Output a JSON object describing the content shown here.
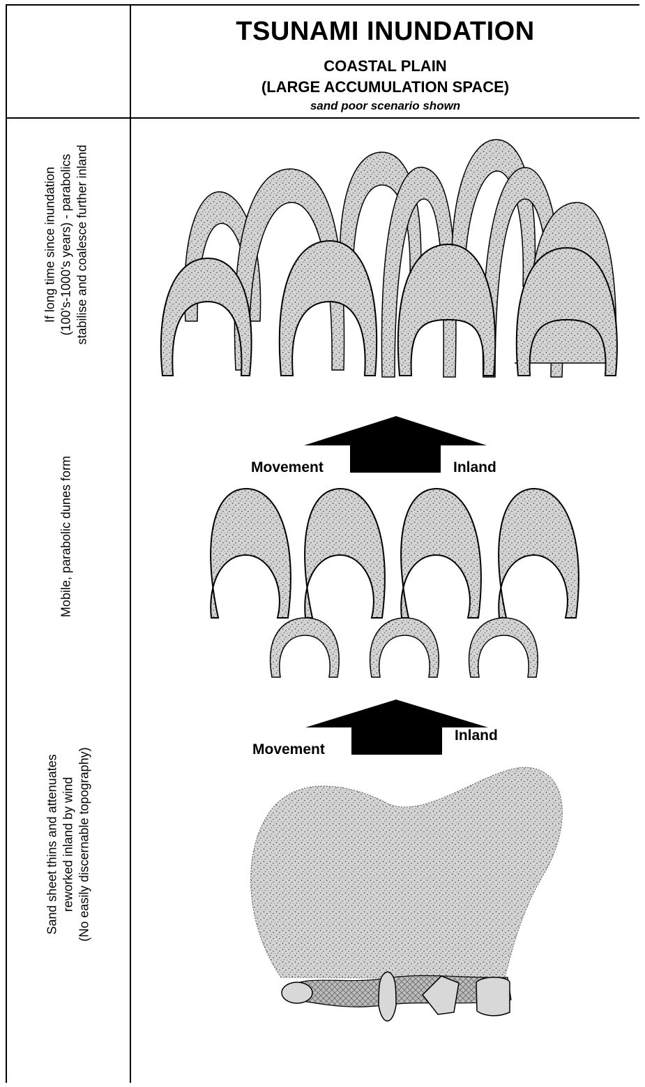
{
  "header": {
    "title": "TSUNAMI INUNDATION",
    "subtitle_line1": "COASTAL PLAIN",
    "subtitle_line2": "(LARGE ACCUMULATION SPACE)",
    "subtitle_line3": "sand poor scenario shown"
  },
  "rows": [
    {
      "lines": [
        "If long time since inundation",
        "(100's-1000's years) - parabolics",
        "stabilise and coalesce further inland"
      ]
    },
    {
      "lines": [
        "Mobile, parabolic dunes form"
      ]
    },
    {
      "lines": [
        "Sand sheet thins and attenuates",
        "reworked inland by wind",
        "(No easily discernable topography)"
      ]
    }
  ],
  "arrows": [
    {
      "left_label": "Movement",
      "right_label": "Inland"
    },
    {
      "left_label": "Movement",
      "right_label": "Inland"
    }
  ],
  "colors": {
    "sand_fill": "#d4d4d4",
    "sand_dots": "#555555",
    "outline": "#000000",
    "arrow": "#000000",
    "boulder": "#d8d8d8"
  }
}
